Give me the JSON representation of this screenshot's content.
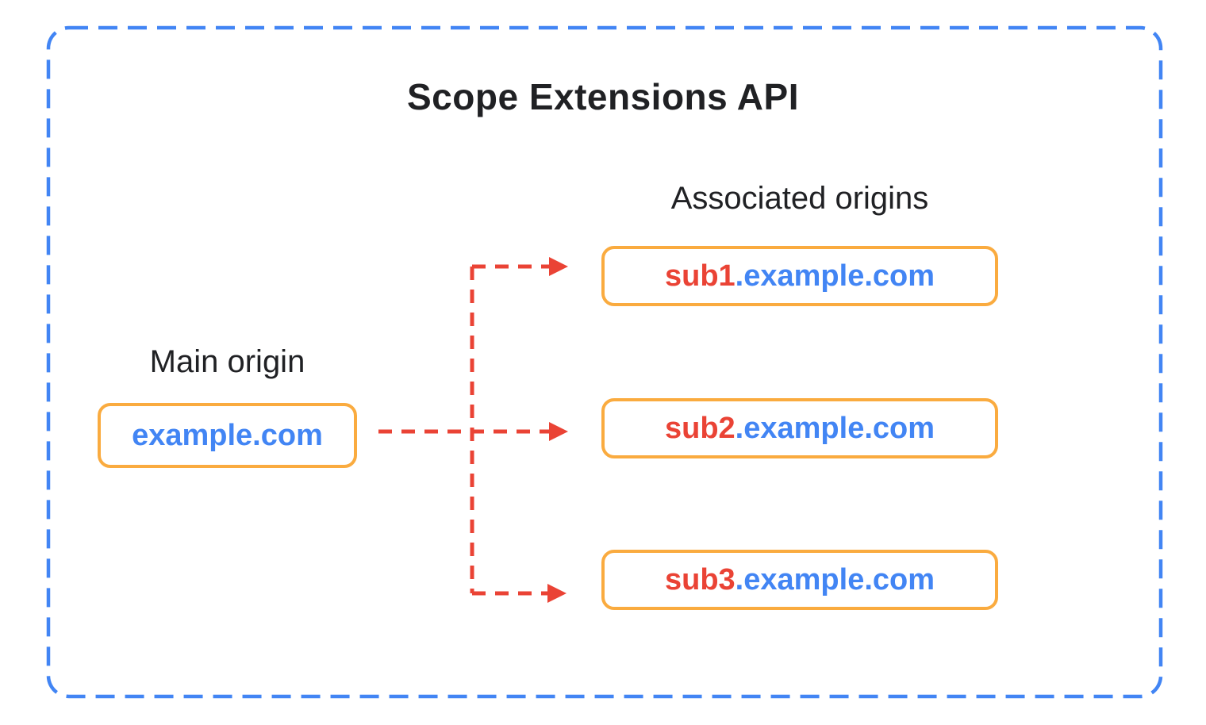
{
  "title": "Scope Extensions API",
  "main_origin": {
    "label": "Main origin",
    "domain": "example.com"
  },
  "associated_origins": {
    "label": "Associated origins",
    "items": [
      {
        "subdomain": "sub1",
        "suffix": ".example.com"
      },
      {
        "subdomain": "sub2",
        "suffix": ".example.com"
      },
      {
        "subdomain": "sub3",
        "suffix": ".example.com"
      }
    ]
  },
  "colors": {
    "boundary_blue": "#4285F4",
    "box_border_orange": "#FAAB3F",
    "domain_blue": "#4285F4",
    "subdomain_red": "#EA4335",
    "arrow_red": "#EA4335",
    "heading_black": "#202124"
  }
}
